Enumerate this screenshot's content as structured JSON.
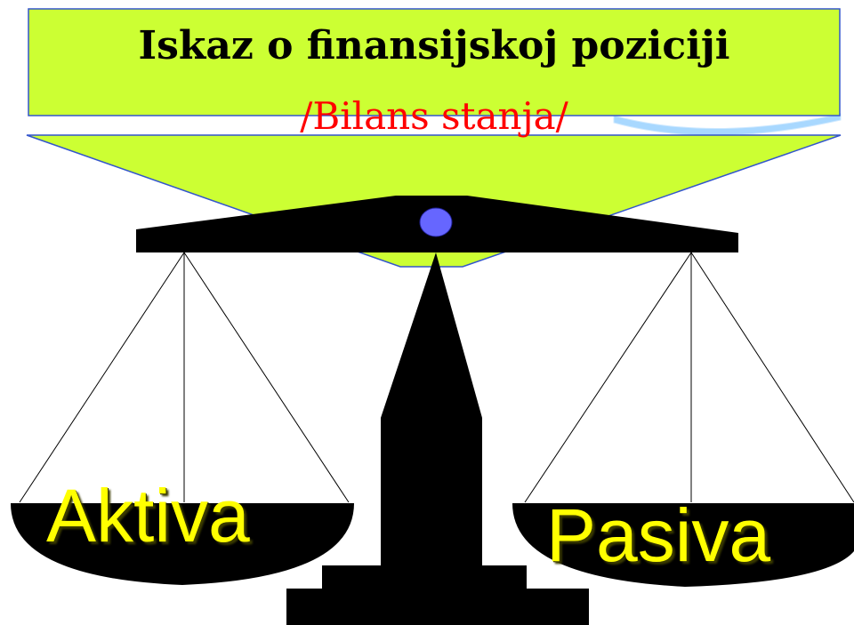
{
  "title": {
    "main": "Iskaz o finansijskoj poziciji",
    "sub": "/Bilans stanja/"
  },
  "pans": {
    "left_label": "Aktiva",
    "right_label": "Pasiva"
  },
  "colors": {
    "banner_fill": "#ccff33",
    "banner_border": "#3355cc",
    "scale_fill": "#000000",
    "pivot_fill": "#6666ff",
    "label_text": "#ffff00",
    "subtitle_text": "#ff0000",
    "accent_blue": "#99ccff"
  }
}
